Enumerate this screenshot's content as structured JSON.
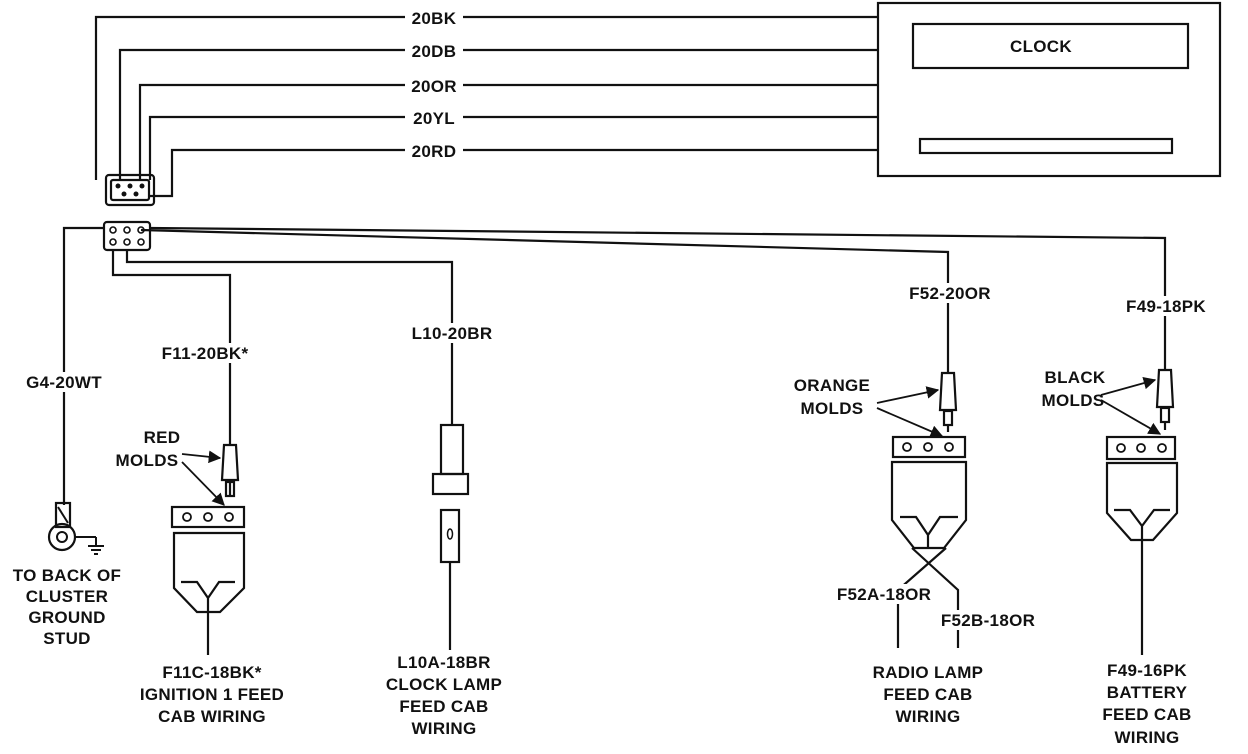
{
  "clock_module": {
    "label": "CLOCK"
  },
  "clock_wires": [
    {
      "label": "20BK"
    },
    {
      "label": "20DB"
    },
    {
      "label": "20OR"
    },
    {
      "label": "20YL"
    },
    {
      "label": "20RD"
    }
  ],
  "circuits": {
    "ground": {
      "wire": "G4-20WT",
      "destination": [
        "TO BACK OF",
        "CLUSTER",
        "GROUND",
        "STUD"
      ]
    },
    "ignition": {
      "wire": "F11-20BK*",
      "mold_note": [
        "RED",
        "MOLDS"
      ],
      "cab_wire": "F11C-18BK*",
      "cab_desc": [
        "IGNITION 1 FEED",
        "CAB WIRING"
      ]
    },
    "clock_lamp": {
      "wire": "L10-20BR",
      "cab_wire": "L10A-18BR",
      "cab_desc": [
        "CLOCK LAMP",
        "FEED CAB",
        "WIRING"
      ]
    },
    "radio_lamp": {
      "wire": "F52-20OR",
      "mold_note": [
        "ORANGE",
        "MOLDS"
      ],
      "cab_wire_a": "F52A-18OR",
      "cab_wire_b": "F52B-18OR",
      "cab_desc": [
        "RADIO LAMP",
        "FEED CAB",
        "WIRING"
      ]
    },
    "battery": {
      "wire": "F49-18PK",
      "mold_note": [
        "BLACK",
        "MOLDS"
      ],
      "cab_wire": "F49-16PK",
      "cab_desc": [
        "BATTERY",
        "FEED CAB",
        "WIRING"
      ]
    }
  }
}
